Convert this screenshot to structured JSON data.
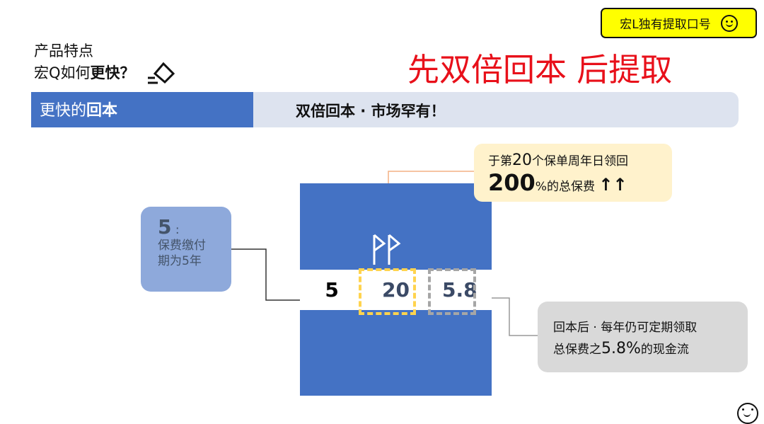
{
  "badge": {
    "label": "宏L独有提取口号",
    "icon": "smiley-icon"
  },
  "title": {
    "line1": "产品特点",
    "line2_plain": "宏Q如何",
    "line2_bold": "更快？"
  },
  "headline": "先双倍回本 后提取",
  "section_bar": {
    "label_plain": "更快的",
    "label_bold": "回本",
    "tagline": "双倍回本 · 市场罕有！"
  },
  "timeline": {
    "cells": [
      "5",
      "20",
      "5.8"
    ]
  },
  "callouts": {
    "payment": {
      "number": "5",
      "colon": ":",
      "line1": "保费缴付",
      "line2": "期为5年"
    },
    "return": {
      "line1_a": "于第",
      "line1_num": "20",
      "line1_b": "个保单周年日领回",
      "line2_num": "200",
      "line2_rest": "%的总保费",
      "arrow": "↑↑"
    },
    "cashflow": {
      "line1": "回本后 · 每年仍可定期领取",
      "line2_a": "总保费之",
      "line2_pct": "5.8%",
      "line2_b": "的现金流"
    }
  },
  "colors": {
    "blue": "#4472c4",
    "red": "#e8101a",
    "yellow": "#ffff00"
  }
}
